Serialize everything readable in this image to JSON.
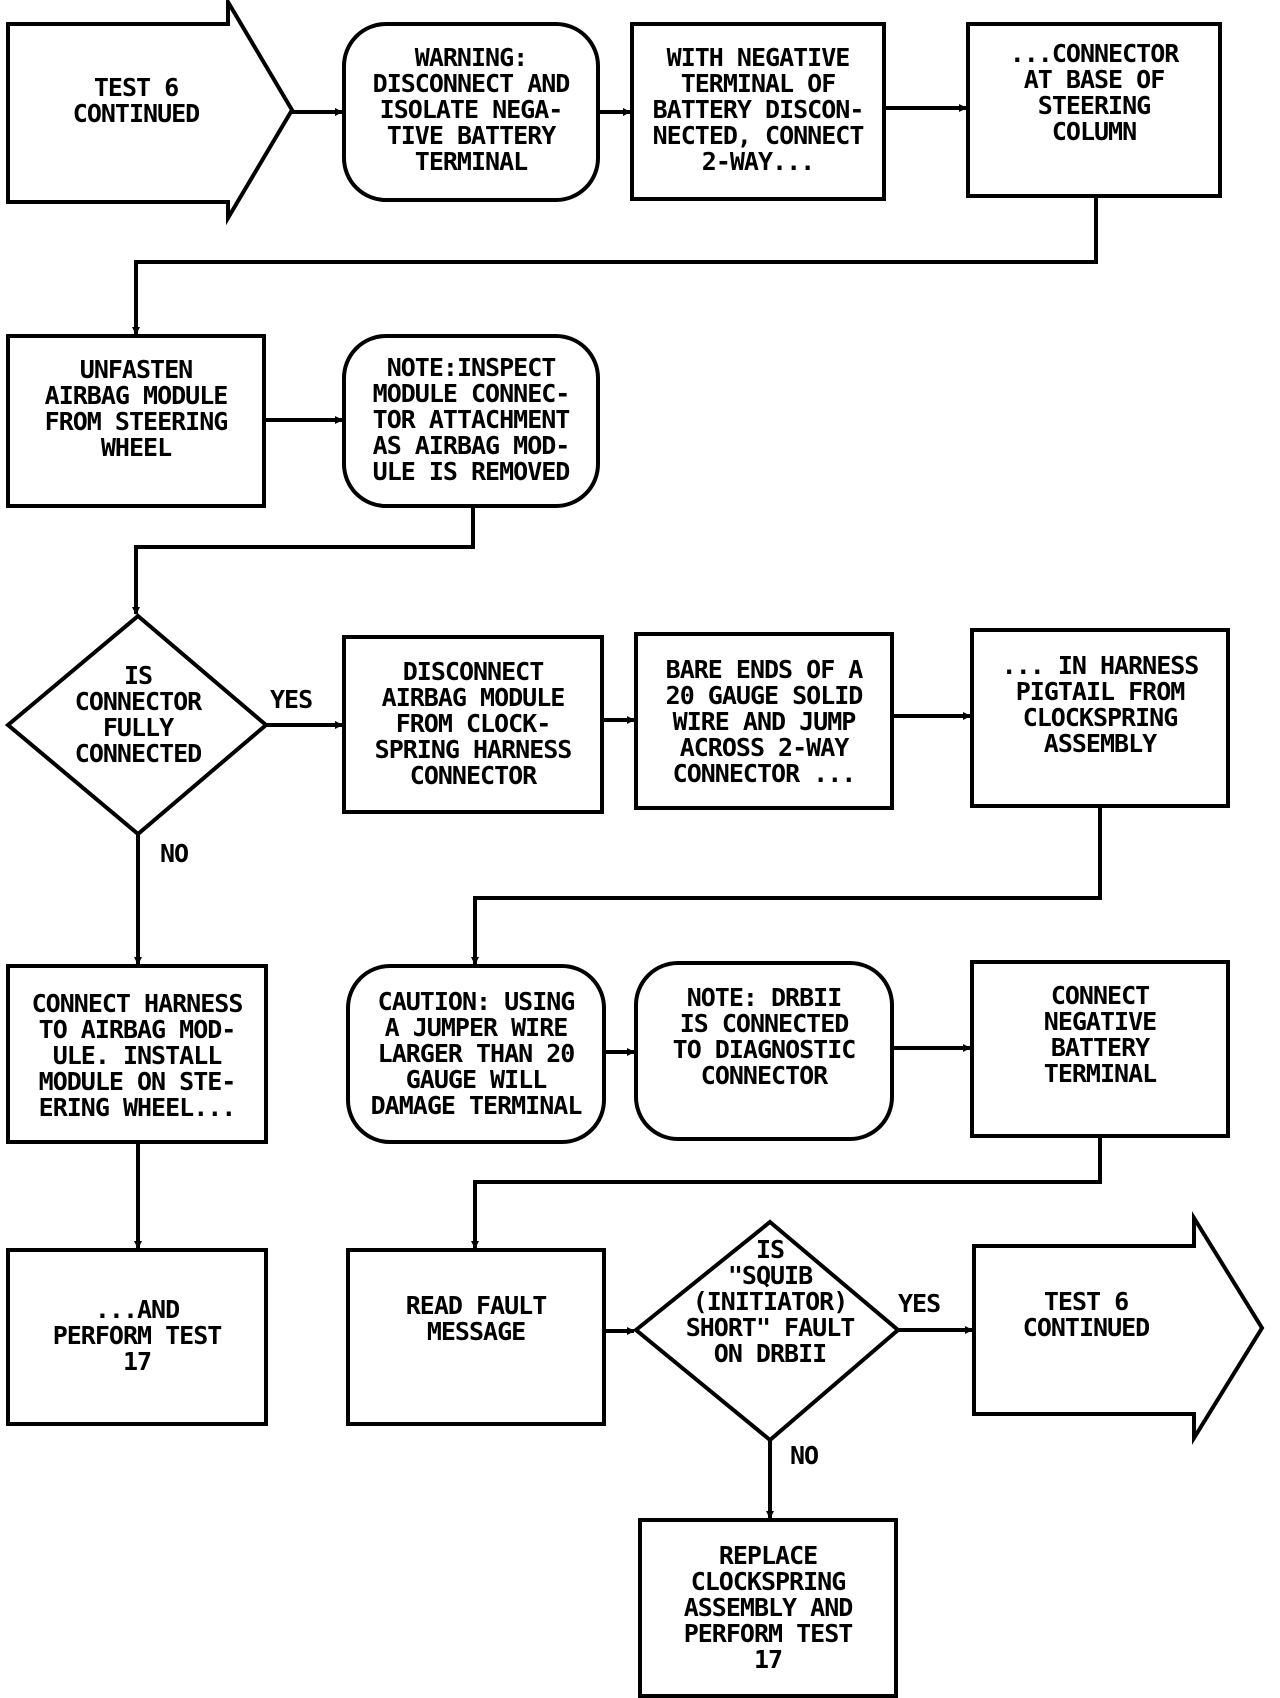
{
  "nodes": {
    "start": [
      "TEST 6",
      "CONTINUED"
    ],
    "warning": [
      "WARNING:",
      "DISCONNECT AND",
      "ISOLATE NEGA-",
      "TIVE BATTERY",
      "TERMINAL"
    ],
    "neg_terminal": [
      "WITH NEGATIVE",
      "TERMINAL OF",
      "BATTERY DISCON-",
      "NECTED, CONNECT",
      "2-WAY..."
    ],
    "connector_base": [
      "...CONNECTOR",
      "AT BASE OF",
      "STEERING",
      "COLUMN"
    ],
    "unfasten": [
      "UNFASTEN",
      "AIRBAG MODULE",
      "FROM STEERING",
      "WHEEL"
    ],
    "note_inspect": [
      "NOTE:INSPECT",
      "MODULE CONNEC-",
      "TOR ATTACHMENT",
      "AS AIRBAG MOD-",
      "ULE IS REMOVED"
    ],
    "decision_connector": [
      "IS",
      "CONNECTOR",
      "FULLY",
      "CONNECTED"
    ],
    "disconnect_module": [
      "DISCONNECT",
      "AIRBAG MODULE",
      "FROM CLOCK-",
      "SPRING HARNESS",
      "CONNECTOR"
    ],
    "bare_ends": [
      "BARE ENDS OF A",
      "20 GAUGE SOLID",
      "WIRE AND JUMP",
      "ACROSS 2-WAY",
      "CONNECTOR ..."
    ],
    "in_harness": [
      "... IN HARNESS",
      "PIGTAIL FROM",
      "CLOCKSPRING",
      "ASSEMBLY"
    ],
    "connect_harness": [
      "CONNECT HARNESS",
      "TO AIRBAG MOD-",
      "ULE. INSTALL",
      "MODULE ON STE-",
      "ERING WHEEL..."
    ],
    "caution": [
      "CAUTION: USING",
      "A JUMPER WIRE",
      "LARGER THAN 20",
      "GAUGE WILL",
      "DAMAGE TERMINAL"
    ],
    "note_drbii": [
      "NOTE: DRBII",
      "IS CONNECTED",
      "TO DIAGNOSTIC",
      "CONNECTOR"
    ],
    "connect_negative": [
      "CONNECT",
      "NEGATIVE",
      "BATTERY",
      "TERMINAL"
    ],
    "perform17": [
      "...AND",
      "PERFORM TEST",
      "17"
    ],
    "read_fault": [
      "READ FAULT",
      "MESSAGE"
    ],
    "decision_squib": [
      "IS",
      "\"SQUIB",
      "(INITIATOR)",
      "SHORT\" FAULT",
      "ON DRBII"
    ],
    "end": [
      "TEST 6",
      "CONTINUED"
    ],
    "replace": [
      "REPLACE",
      "CLOCKSPRING",
      "ASSEMBLY AND",
      "PERFORM TEST",
      "17"
    ]
  },
  "branch_labels": {
    "yes": "YES",
    "no": "NO"
  }
}
